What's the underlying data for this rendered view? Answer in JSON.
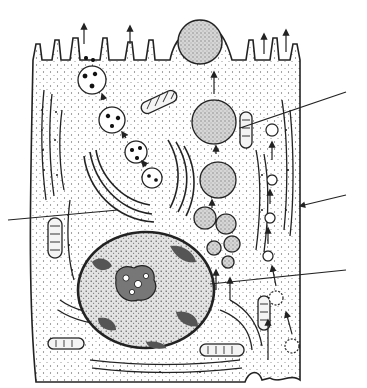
{
  "figure": {
    "subject": "cell-cross-section",
    "labels": [],
    "pointer_lines": 4,
    "organelles": [
      "apical-microvilli",
      "large-secretory-granule",
      "secretory-vesicles",
      "golgi-apparatus",
      "mitochondria",
      "rough-endoplasmic-reticulum",
      "nucleus",
      "nucleolus",
      "plasma-membrane",
      "endocytic-vesicles"
    ],
    "colors": {
      "ink": "#222222",
      "paper": "#ffffff",
      "granule_fill": "#cfcfcf"
    }
  }
}
